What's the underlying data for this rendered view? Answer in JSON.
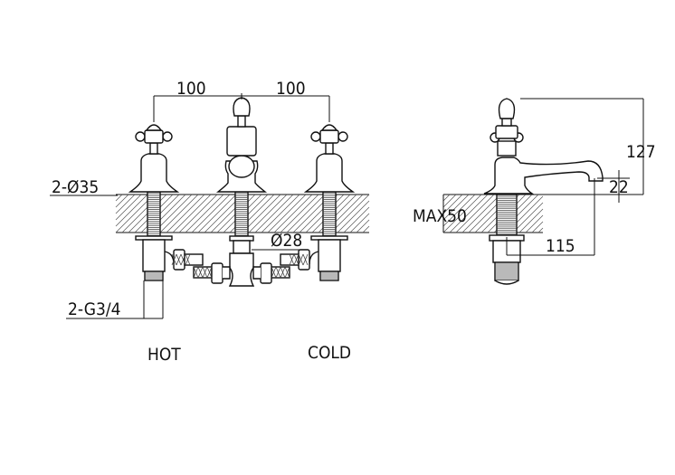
{
  "front_view": {
    "dim_left": "100",
    "dim_right": "100",
    "hole_dia": "2-Ø35",
    "center_dia": "Ø28",
    "thread": "2-G3/4",
    "label_hot": "HOT",
    "label_cold": "COLD"
  },
  "side_view": {
    "height": "127",
    "spout_height": "22",
    "max_deck": "MAX50",
    "reach": "115"
  },
  "colors": {
    "line": "#111111",
    "background": "#ffffff"
  }
}
